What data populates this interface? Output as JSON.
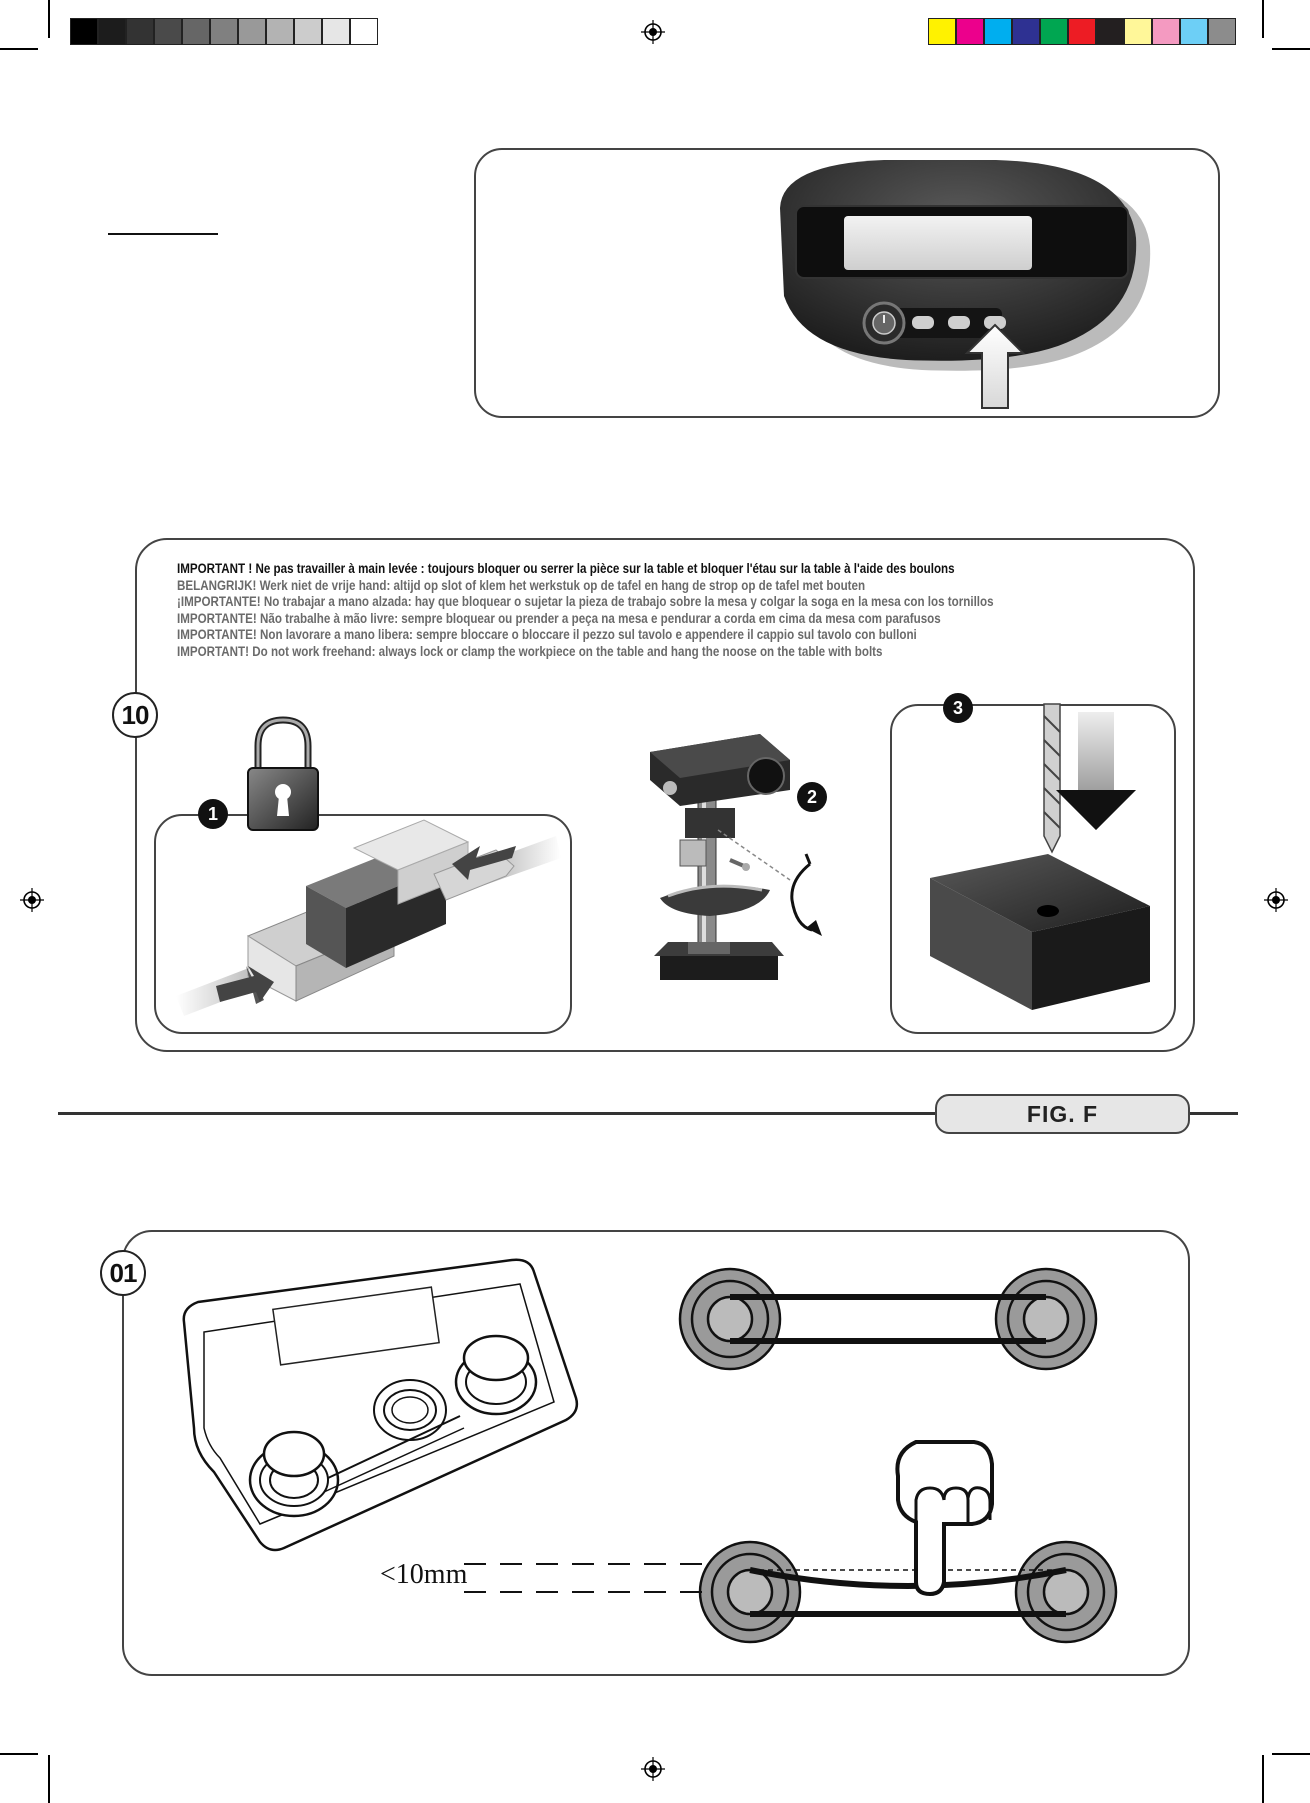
{
  "warnings": [
    "IMPORTANT ! Ne pas travailler à main levée : toujours bloquer ou serrer la pièce sur la table et bloquer l'étau sur la table à l'aide des boulons",
    "BELANGRIJK!  Werk niet de vrije hand: altijd op slot of klem het werkstuk op de tafel en hang de strop op de tafel met bouten",
    "¡IMPORTANTE!  No trabajar a mano alzada: hay que bloquear o sujetar la pieza de trabajo sobre la mesa y colgar la soga en la mesa con los tornillos",
    "IMPORTANTE! Não trabalhe à mão livre: sempre bloquear ou prender a peça na mesa e pendurar a corda em cima da mesa com parafusos",
    "IMPORTANTE! Non lavorare a mano libera: sempre bloccare o bloccare il pezzo sul tavolo e appendere il cappio sul tavolo con bulloni",
    "IMPORTANT! Do not work freehand: always lock or clamp the workpiece on the table and hang the noose on the table with bolts"
  ],
  "steps": {
    "ten": "10",
    "one": "1",
    "two": "2",
    "three": "3",
    "zero_one": "01"
  },
  "figure_label": "FIG. F",
  "measurement": "<10mm",
  "icons": [
    "lock-icon",
    "arrow-down-icon",
    "arrow-up-icon",
    "rotate-arrow-icon",
    "pointing-hand-icon",
    "registration-mark-icon"
  ],
  "colors": {
    "swatches_gray": [
      "#000000",
      "#1c1c1c",
      "#333333",
      "#4a4a4a",
      "#666666",
      "#808080",
      "#999999",
      "#b3b3b3",
      "#cccccc",
      "#e6e6e6",
      "#ffffff"
    ],
    "swatches_color": [
      "#fff200",
      "#ec008c",
      "#00aeef",
      "#2e3192",
      "#00a651",
      "#ed1c24",
      "#231f20",
      "#fff799",
      "#f49ac1",
      "#6dcff6",
      "#8c8c8c"
    ]
  }
}
